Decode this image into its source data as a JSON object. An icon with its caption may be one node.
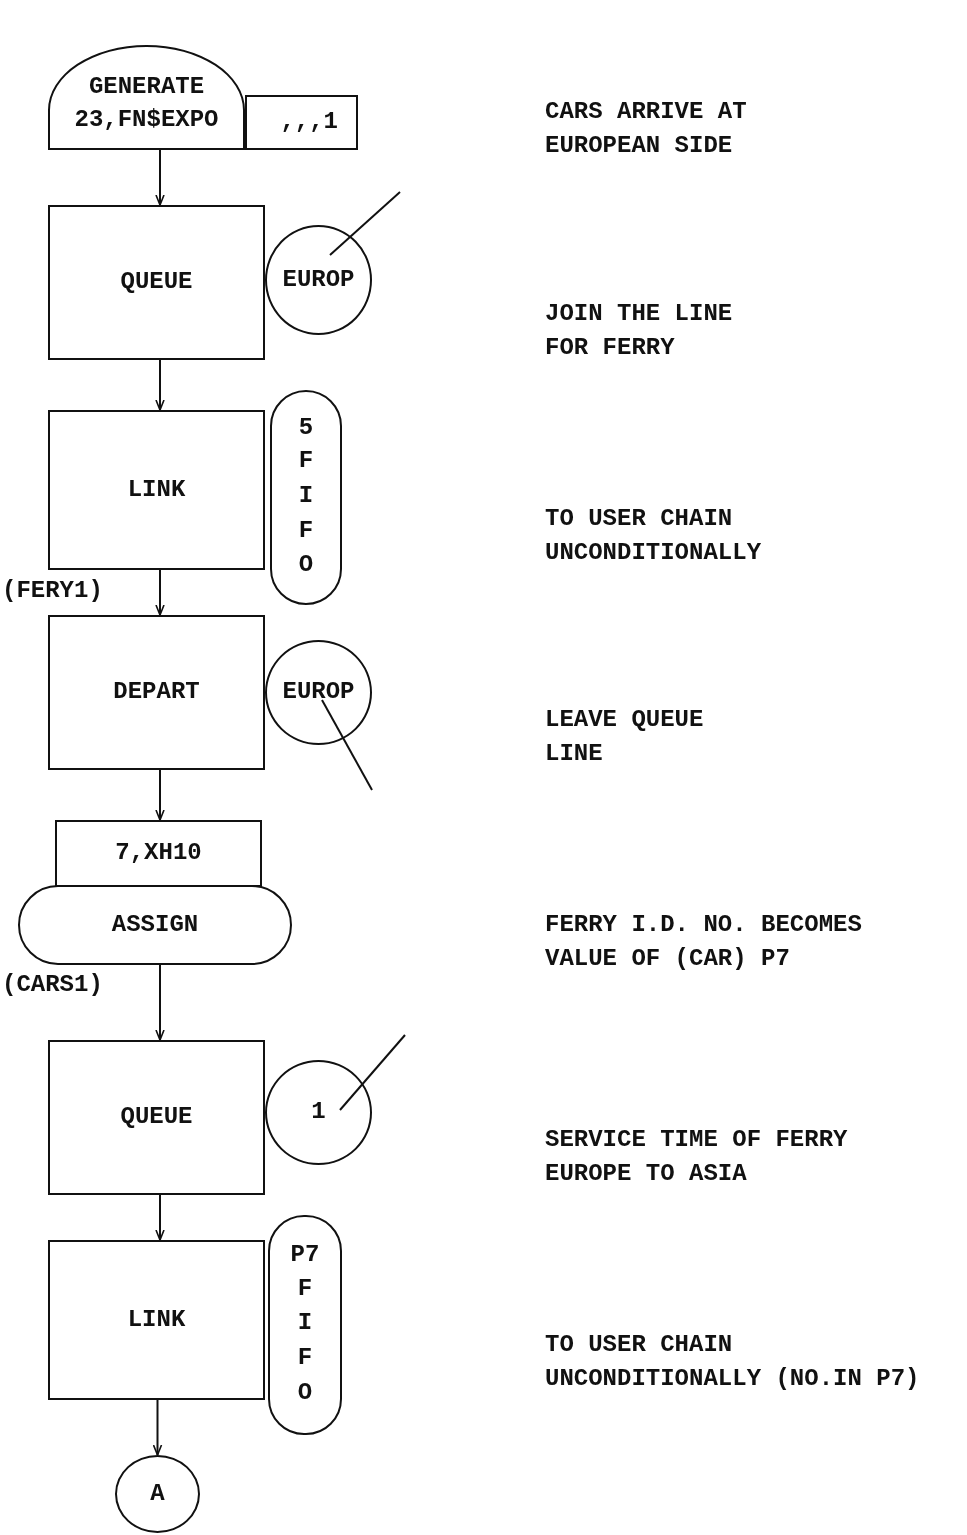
{
  "diagram": {
    "nodes": [
      {
        "text": [
          "GENERATE",
          "23,FN$EXPO"
        ]
      },
      {
        "text": [
          ",,,1"
        ]
      },
      {
        "text": [
          "QUEUE"
        ]
      },
      {
        "text": [
          "EUROP"
        ]
      },
      {
        "text": [
          "LINK"
        ]
      },
      {
        "text": [
          "5",
          "FIFO"
        ]
      },
      {
        "text": [
          "DEPART"
        ]
      },
      {
        "text": [
          "EUROP"
        ]
      },
      {
        "text": [
          "7,XH10"
        ]
      },
      {
        "text": [
          "ASSIGN"
        ]
      },
      {
        "text": [
          "QUEUE"
        ]
      },
      {
        "text": [
          "1"
        ]
      },
      {
        "text": [
          "LINK"
        ]
      },
      {
        "text": [
          "P7",
          "FIFO"
        ]
      },
      {
        "text": [
          "A"
        ]
      }
    ],
    "edges": [
      {
        "from": 0,
        "to": 2,
        "arrow": "to"
      },
      {
        "from": 2,
        "to": 4,
        "arrow": "to"
      },
      {
        "from": 4,
        "to": 6,
        "arrow": "to"
      },
      {
        "from": 6,
        "to": 8,
        "arrow": "to"
      },
      {
        "from": 9,
        "to": 10,
        "arrow": "to"
      },
      {
        "from": 10,
        "to": 12,
        "arrow": "to"
      },
      {
        "from": 12,
        "to": 14,
        "arrow": "to"
      }
    ],
    "labels": [
      "CARS ARRIVE AT EUROPEAN SIDE",
      "JOIN THE LINE FOR FERRY",
      "TO USER CHAIN UNCONDITIONALLY",
      "(FERY1)",
      "LEAVE QUEUE LINE",
      "FERRY I.D. NO. BECOMES VALUE OF (CAR) P7",
      "(CARS1)",
      "SERVICE TIME OF FERRY EUROPE TO ASIA",
      "TO USER CHAIN UNCONDITIONALLY (NO.IN P7)"
    ]
  }
}
